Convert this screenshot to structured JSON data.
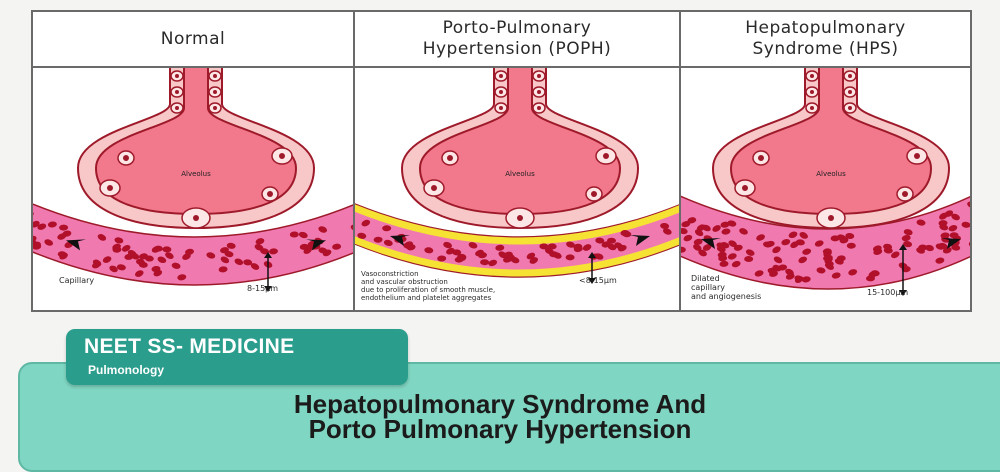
{
  "colors": {
    "alveolus_fill": "#f2788c",
    "alveolus_wall": "#f8c8c8",
    "outline": "#9e1a2a",
    "vessel_wall": "#f07ab0",
    "rbc": "#b0102a",
    "poph_band": "#f5e233",
    "banner": "#7fd6c2",
    "tag": "#2b9d8d"
  },
  "figure": {
    "panels": [
      {
        "id": "normal",
        "header": [
          "Normal"
        ],
        "alveolus_label": "Alveolus",
        "vessel_type": "normal",
        "notes": [
          "Capillary"
        ],
        "measure": "8-15µm"
      },
      {
        "id": "poph",
        "header": [
          "Porto-Pulmonary",
          "Hypertension (POPH)"
        ],
        "alveolus_label": "Alveolus",
        "vessel_type": "narrowed",
        "notes": [
          "Vasoconstriction",
          "and vascular obstruction",
          "due to proliferation of smooth muscle,",
          "endothelium and platelet aggregates"
        ],
        "measure": "<8-15µm"
      },
      {
        "id": "hps",
        "header": [
          "Hepatopulmonary",
          "Syndrome (HPS)"
        ],
        "alveolus_label": "Alveolus",
        "vessel_type": "dilated",
        "notes": [
          "Dilated",
          "capillary",
          "and angiogenesis"
        ],
        "measure": "15-100µm"
      }
    ]
  },
  "tag": {
    "title": "NEET SS- MEDICINE",
    "subtitle": "Pulmonology"
  },
  "banner": {
    "title_line1": "Hepatopulmonary Syndrome And",
    "title_line2": "Porto Pulmonary Hypertension"
  }
}
